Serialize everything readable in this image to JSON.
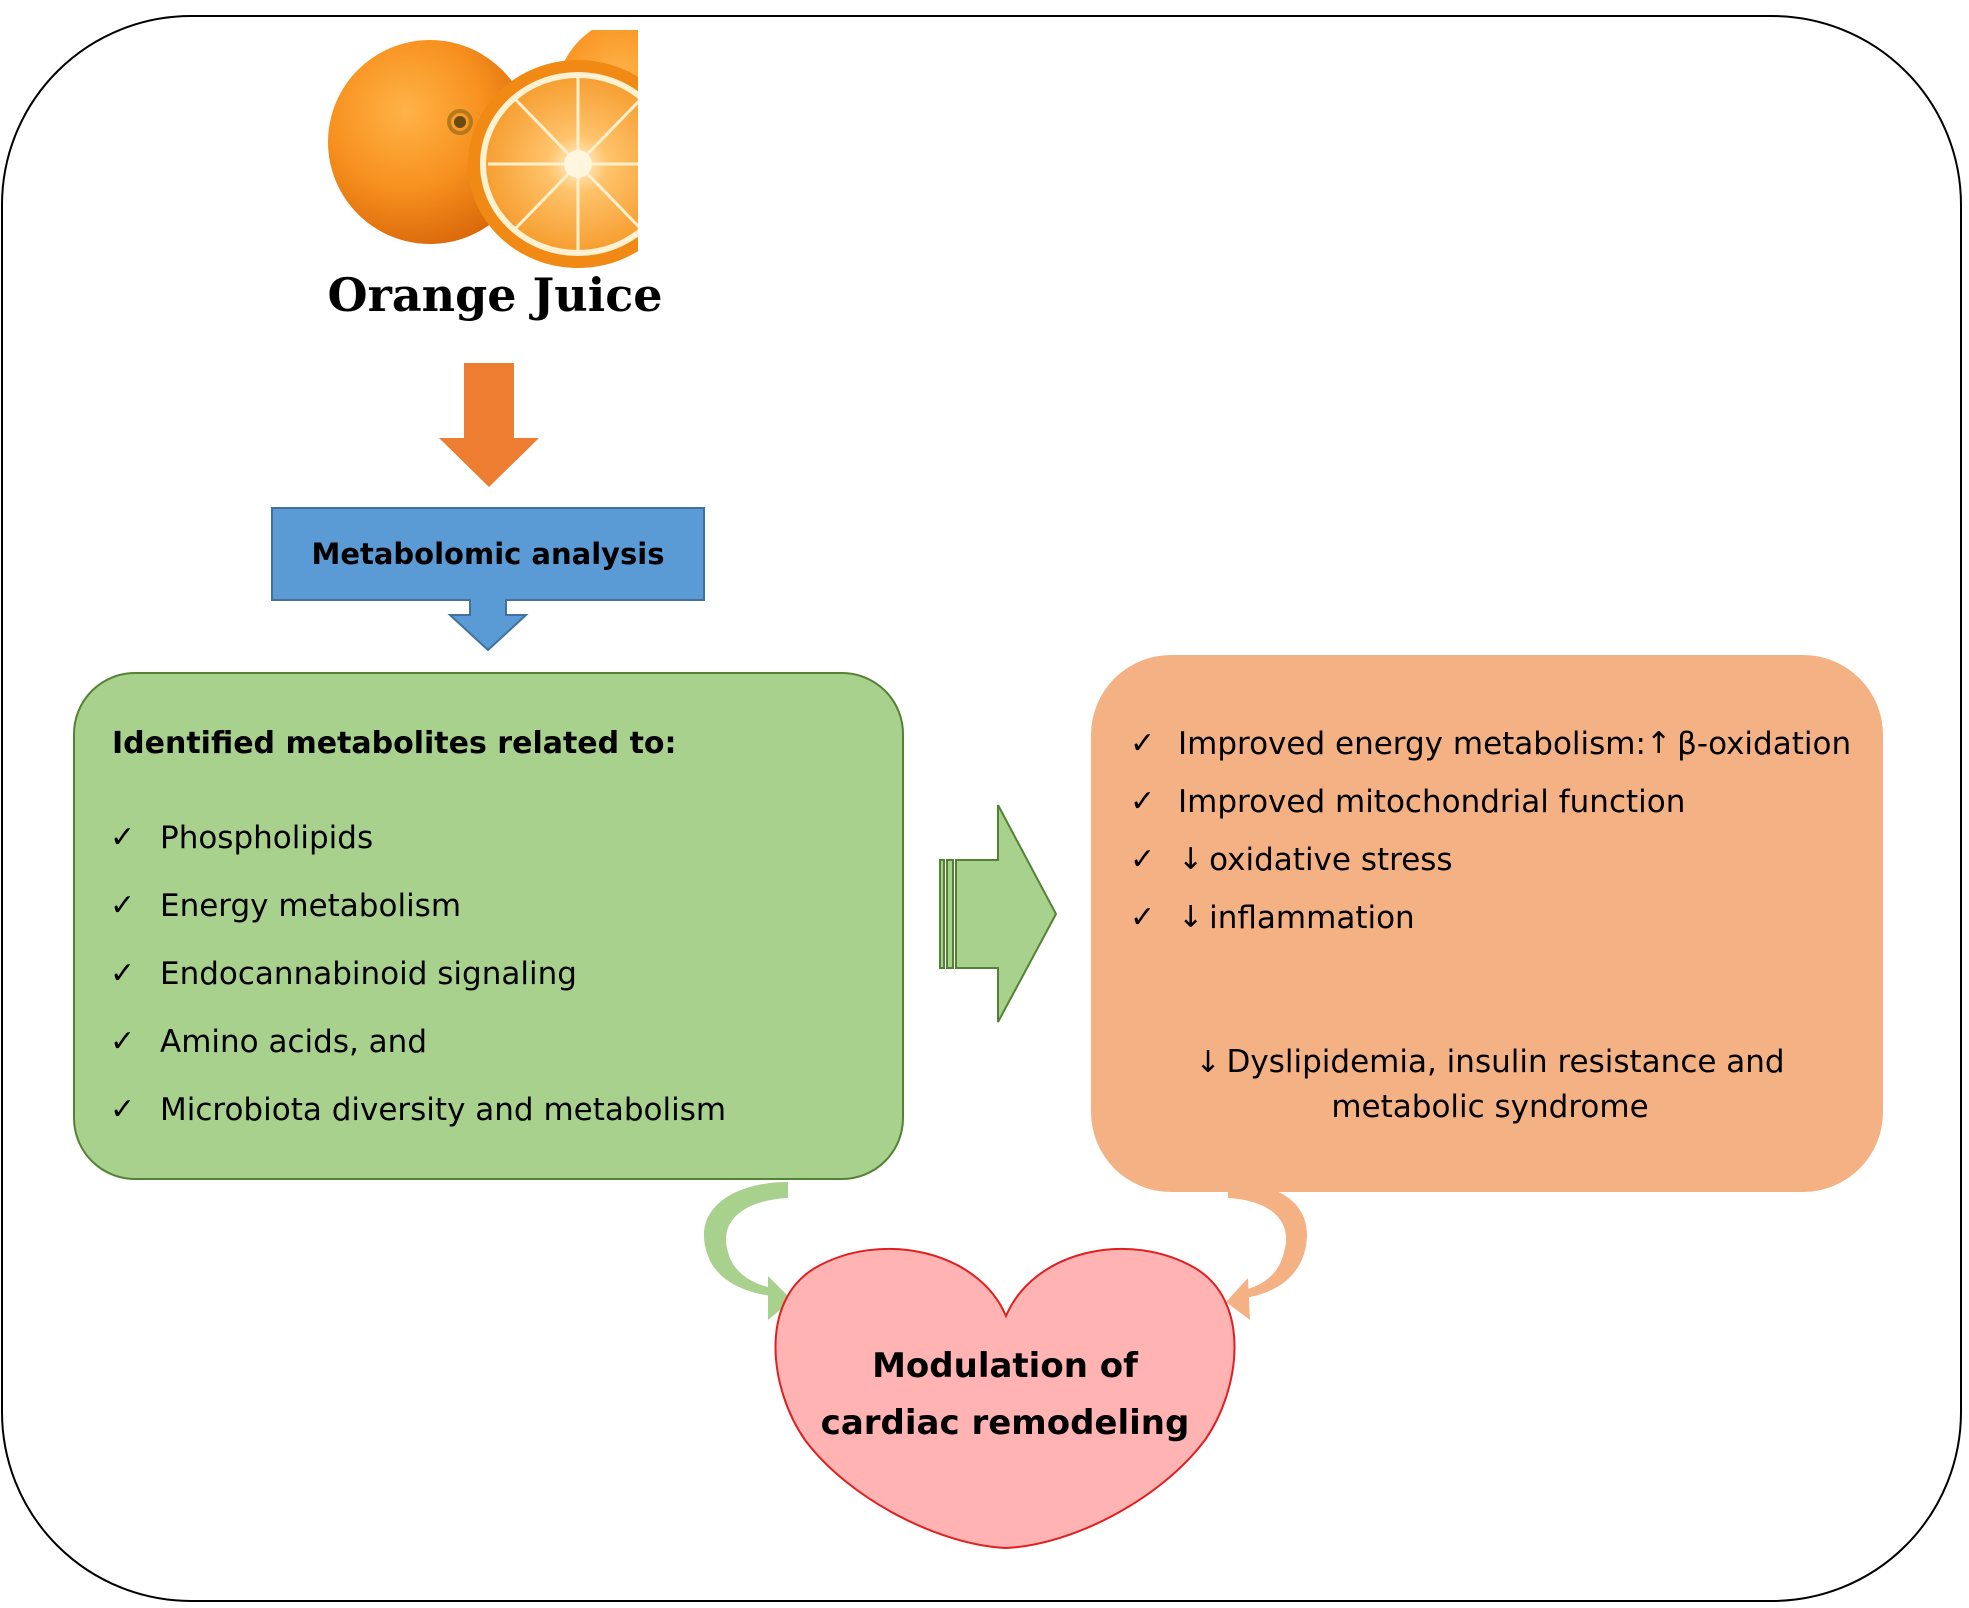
{
  "orange_juice": {
    "title": "Orange Juice"
  },
  "metabolomic": {
    "label": "Metabolomic analysis"
  },
  "metabolites": {
    "heading": "Identified metabolites related to:",
    "items": [
      "Phospholipids",
      "Energy metabolism",
      "Endocannabinoid signaling",
      "Amino acids, and",
      "Microbiota diversity and metabolism"
    ]
  },
  "effects": {
    "items": [
      {
        "arrow": "",
        "text": "Improved energy metabolism: ",
        "suffix_arrow": "↑",
        "suffix": "β-oxidation"
      },
      {
        "arrow": "",
        "text": "Improved mitochondrial function",
        "suffix_arrow": "",
        "suffix": ""
      },
      {
        "arrow": "↓",
        "text": "oxidative stress",
        "suffix_arrow": "",
        "suffix": ""
      },
      {
        "arrow": "↓",
        "text": "inflammation",
        "suffix_arrow": "",
        "suffix": ""
      }
    ],
    "conclusion_arrow": "↓",
    "conclusion": "Dyslipidemia, insulin resistance and metabolic syndrome"
  },
  "outcome": {
    "label": "Modulation of cardiac remodeling"
  },
  "colors": {
    "orange_arrow": "#ed7d31",
    "metabolomic_fill": "#5b9bd5",
    "metabolites_fill": "#a9d18e",
    "effects_fill": "#f4b183",
    "heart_fill": "#ffb3b3",
    "heart_stroke": "#e02020",
    "dark_orange_arrow": "#c55a11"
  },
  "icons": [
    "orange-fruit-icon",
    "check-icon",
    "up-arrow-icon",
    "down-arrow-icon",
    "heart-icon"
  ]
}
